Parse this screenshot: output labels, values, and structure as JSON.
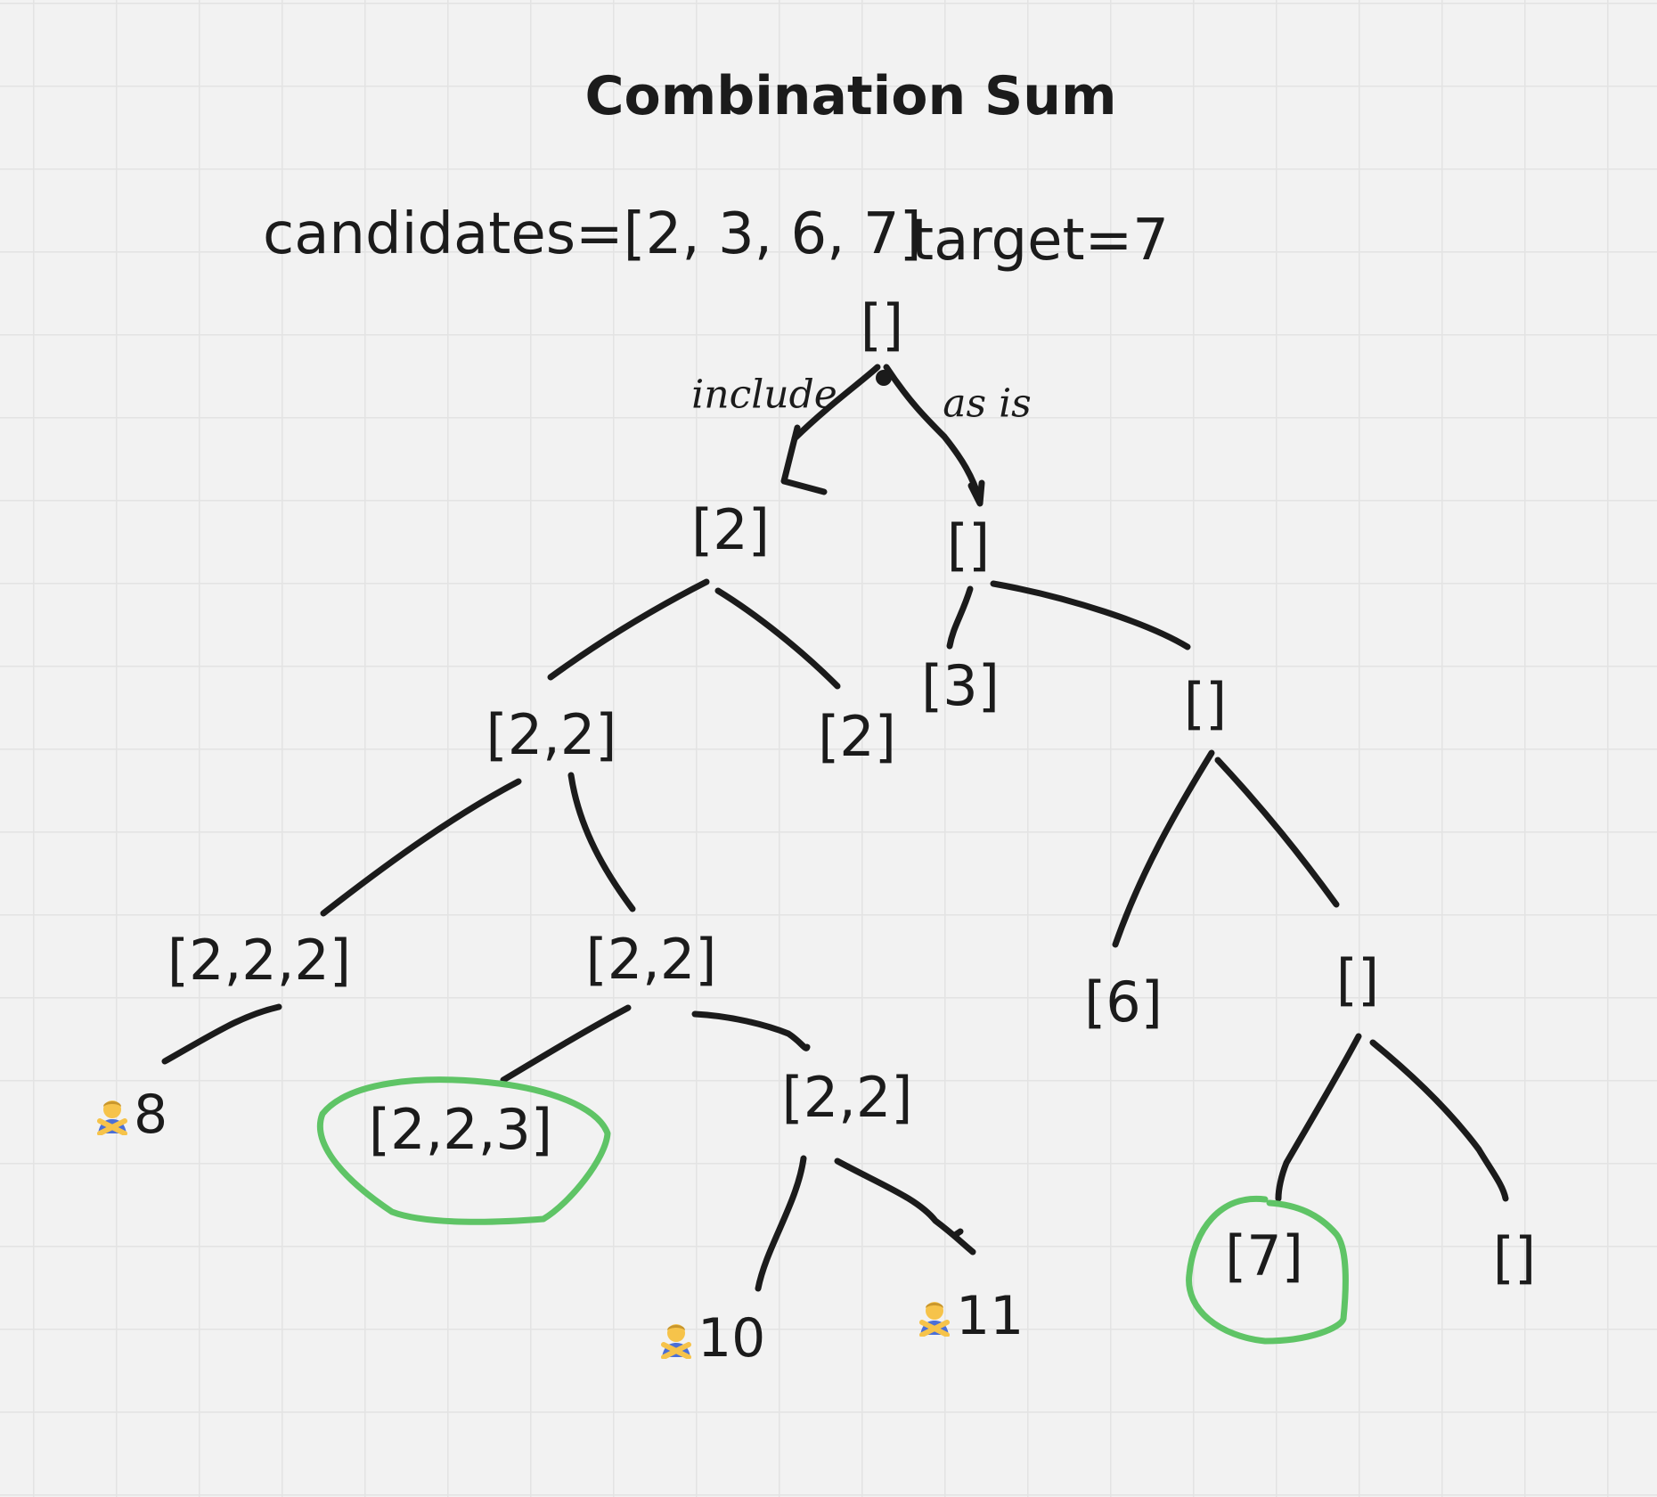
{
  "title": "Combination Sum",
  "header": {
    "candidates": "candidates=[2, 3, 6, 7]",
    "target": "target=7"
  },
  "edge_labels": {
    "include": "include",
    "as_is": "as is"
  },
  "nodes": {
    "root": "[]",
    "l1_include": "[2]",
    "l1_asis": "[]",
    "l2_a": "[2,2]",
    "l2_b": "[2]",
    "l2_c": "[3]",
    "l2_d": "[]",
    "l3_a": "[2,2,2]",
    "l3_b": "[2,2]",
    "l3_c": "[6]",
    "l3_d": "[]",
    "l4_a": "[2,2,3]",
    "l4_b": "[2,2]",
    "l4_c": "[7]",
    "l4_d": "[]"
  },
  "pruned": {
    "p8": "8",
    "p10": "10",
    "p11": "11"
  },
  "icons": {
    "rejected": "person-gesturing-no-icon",
    "solution": "green-circle-highlight"
  },
  "colors": {
    "line": "#1b1b1b",
    "highlight": "#5fc466",
    "icon_shirt": "#4a6fd8",
    "icon_skin": "#f6c34a"
  }
}
